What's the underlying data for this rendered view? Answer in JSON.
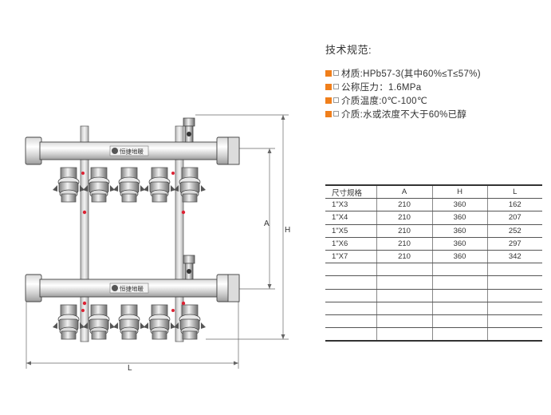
{
  "drawing": {
    "brand_label_top": "恒捷地暖",
    "brand_label_bottom": "恒捷地暖",
    "dim_A": "A",
    "dim_H": "H",
    "dim_L": "L"
  },
  "spec": {
    "title": "技术规范:",
    "items": [
      {
        "text": "材质:HPb57-3(其中60%≤T≤57%)"
      },
      {
        "text": "公称压力：1.6MPa"
      },
      {
        "text": "介质温度:0℃-100℃"
      },
      {
        "text": "介质:水或浓度不大于60%已醇"
      }
    ]
  },
  "table": {
    "headers": [
      "尺寸规格",
      "A",
      "H",
      "L"
    ],
    "rows": [
      [
        "1\"X3",
        "210",
        "360",
        "162"
      ],
      [
        "1\"X4",
        "210",
        "360",
        "207"
      ],
      [
        "1\"X5",
        "210",
        "360",
        "252"
      ],
      [
        "1\"X6",
        "210",
        "360",
        "297"
      ],
      [
        "1\"X7",
        "210",
        "360",
        "342"
      ],
      [
        "",
        "",
        "",
        ""
      ],
      [
        "",
        "",
        "",
        ""
      ],
      [
        "",
        "",
        "",
        ""
      ],
      [
        "",
        "",
        "",
        ""
      ],
      [
        "",
        "",
        "",
        ""
      ],
      [
        "",
        "",
        "",
        ""
      ]
    ]
  },
  "colors": {
    "bullet_accent": "#f07f1b",
    "line": "#555555"
  }
}
